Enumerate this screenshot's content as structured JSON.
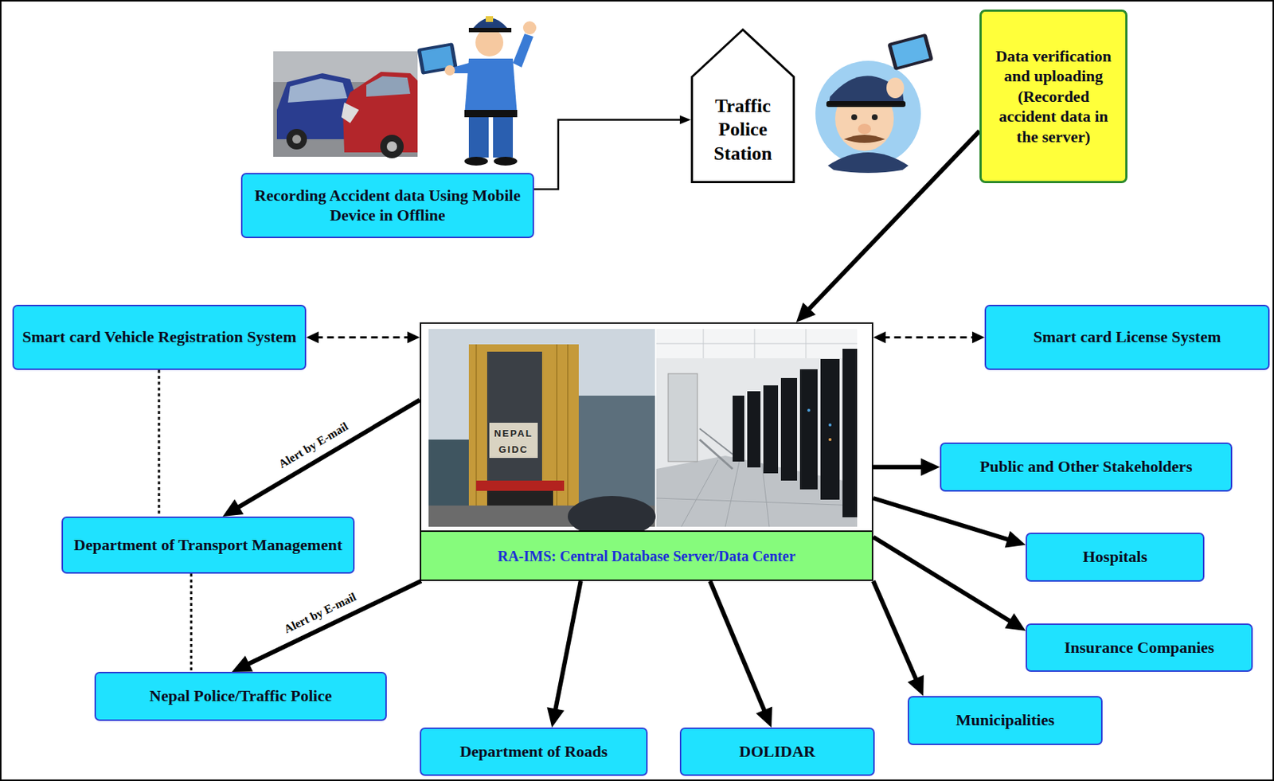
{
  "diagram": {
    "nodes": [
      {
        "text": [
          "Recording Accident data Using Mobile Device in Offline"
        ]
      },
      {
        "text": [
          "Traffic Police Station"
        ]
      },
      {
        "text": [
          "Data verification and uploading (Recorded accident data in the server)"
        ]
      },
      {
        "text": [
          "Smart card Vehicle Registration System"
        ]
      },
      {
        "text": [
          "RA-IMS: Central Database Server/Data Center"
        ]
      },
      {
        "text": [
          "Smart card License System"
        ]
      },
      {
        "text": [
          "Public and Other Stakeholders"
        ]
      },
      {
        "text": [
          "Department of Transport Management"
        ]
      },
      {
        "text": [
          "Hospitals"
        ]
      },
      {
        "text": [
          "Insurance Companies"
        ]
      },
      {
        "text": [
          "Nepal Police/Traffic Police"
        ]
      },
      {
        "text": [
          "Municipalities"
        ]
      },
      {
        "text": [
          "Department of Roads"
        ]
      },
      {
        "text": [
          "DOLIDAR"
        ]
      }
    ],
    "edges": [
      {
        "from": 0,
        "to": 1,
        "arrow": "to"
      },
      {
        "from": 2,
        "to": 4,
        "arrow": "to"
      },
      {
        "from": 3,
        "to": 4,
        "arrow": "both"
      },
      {
        "from": 4,
        "to": 5,
        "arrow": "both"
      },
      {
        "from": 3,
        "to": 7,
        "arrow": "none"
      },
      {
        "from": 7,
        "to": 10,
        "arrow": "none"
      },
      {
        "from": 4,
        "to": 7,
        "label": "Alert by E-mail",
        "arrow": "to"
      },
      {
        "from": 4,
        "to": 10,
        "label": "Alert by E-mail",
        "arrow": "to"
      },
      {
        "from": 4,
        "to": 6,
        "arrow": "to"
      },
      {
        "from": 4,
        "to": 8,
        "arrow": "to"
      },
      {
        "from": 4,
        "to": 9,
        "arrow": "to"
      },
      {
        "from": 4,
        "to": 11,
        "arrow": "to"
      },
      {
        "from": 4,
        "to": 12,
        "arrow": "to"
      },
      {
        "from": 4,
        "to": 13,
        "arrow": "to"
      }
    ],
    "labels": [
      "NEPAL",
      "GIDC"
    ]
  }
}
